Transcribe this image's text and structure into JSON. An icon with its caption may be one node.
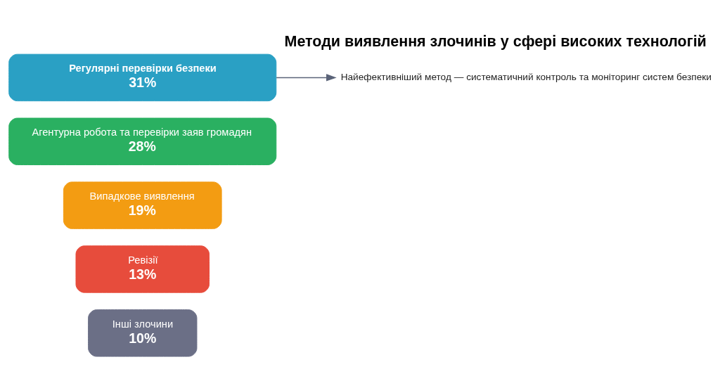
{
  "diagram": {
    "title": "Методи виявлення злочинів у сфері високих технологій",
    "nodes": [
      {
        "text": [
          "Регулярні перевірки безпеки",
          "31%"
        ]
      },
      {
        "text": [
          "Агентурна робота та перевірки заяв громадян",
          "28%"
        ]
      },
      {
        "text": [
          "Випадкове виявлення",
          "19%"
        ]
      },
      {
        "text": [
          "Ревізії",
          "13%"
        ]
      },
      {
        "text": [
          "Інші злочини",
          "10%"
        ]
      },
      {
        "text": [
          "Найефективніший метод — систематичний контроль та моніторинг систем безпеки"
        ]
      }
    ],
    "edges": [
      {
        "from": 0,
        "to": 5,
        "arrow": "to"
      }
    ]
  }
}
